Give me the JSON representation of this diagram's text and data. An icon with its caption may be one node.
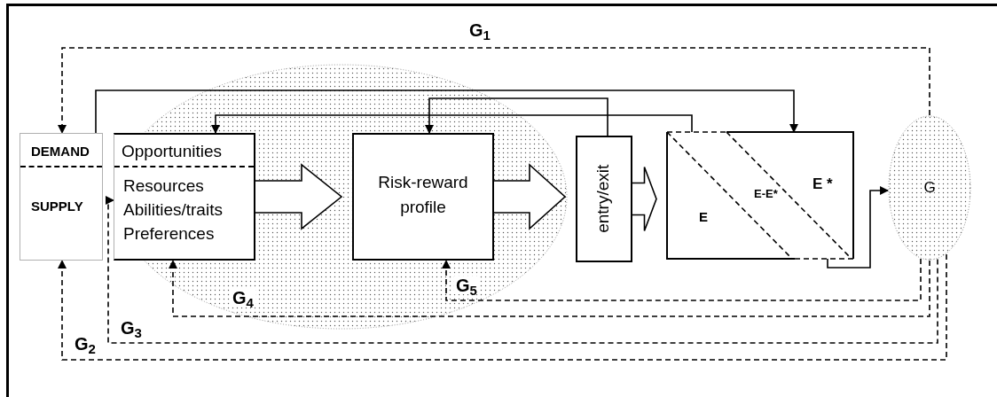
{
  "diagram": {
    "nodes": [
      {
        "text": [
          "DEMAND",
          "SUPPLY"
        ]
      },
      {
        "text": [
          "Opportunities",
          "Resources",
          "Abilities/traits",
          "Preferences"
        ]
      },
      {
        "text": [
          "Risk-reward profile"
        ]
      },
      {
        "text": [
          "entry/exit"
        ]
      },
      {
        "text": [
          "E",
          "E-E*",
          "E *"
        ]
      },
      {
        "text": [
          "G"
        ]
      }
    ],
    "edges": [
      {
        "from": 1,
        "to": 2,
        "arrow": "to",
        "style": "thick"
      },
      {
        "from": 2,
        "to": 3,
        "arrow": "to",
        "style": "thick"
      },
      {
        "from": 3,
        "to": 4,
        "arrow": "to",
        "style": "thick"
      },
      {
        "from": 0,
        "to": 4,
        "arrow": "to"
      },
      {
        "from": 3,
        "to": 2,
        "arrow": "to"
      },
      {
        "from": 4,
        "to": 1,
        "arrow": "to"
      },
      {
        "from": 4,
        "to": 5,
        "arrow": "to"
      },
      {
        "from": 5,
        "to": 0,
        "arrow": "to",
        "style": "dashed",
        "label": "G$_{1}$"
      },
      {
        "from": 5,
        "to": 2,
        "arrow": "to",
        "style": "dashed",
        "label": "G$_{5}$"
      },
      {
        "from": 5,
        "to": 1,
        "arrow": "to",
        "style": "dashed",
        "label": "G$_{4}$"
      },
      {
        "from": 5,
        "to": 1,
        "arrow": "to",
        "style": "dashed",
        "label": "G$_{3}$"
      },
      {
        "from": 5,
        "to": 0,
        "arrow": "to",
        "style": "dashed",
        "label": "G$_{2}$"
      }
    ]
  }
}
